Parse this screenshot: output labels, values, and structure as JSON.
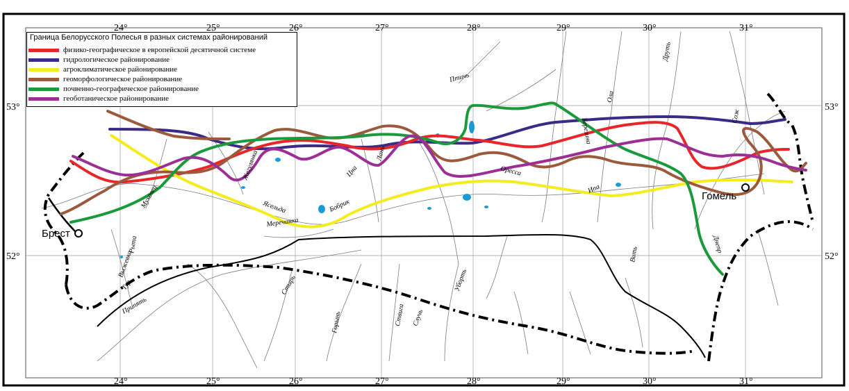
{
  "legend": {
    "title": "Граница Белорусского Полесья в разных системах районирований",
    "items": [
      {
        "label": "физико-географическое в европейской десятичной системе",
        "color": "#e8262a"
      },
      {
        "label": "гидрологическое районирование",
        "color": "#3b2a86"
      },
      {
        "label": "агроклиматическое районирование",
        "color": "#f4ec1c"
      },
      {
        "label": "геоморфологическое районирование",
        "color": "#9c5a3c"
      },
      {
        "label": "почвенно-географическое районирование",
        "color": "#1a9a3a"
      },
      {
        "label": "геоботаническое районирование",
        "color": "#9b2f95"
      }
    ]
  },
  "grid": {
    "longitudes_top": [
      "24°",
      "25°",
      "26°",
      "27°",
      "28°",
      "29°",
      "30°",
      "31°"
    ],
    "longitudes_bottom": [
      "24°",
      "25°",
      "26°",
      "27°",
      "28°",
      "29°",
      "30°",
      "31°"
    ],
    "latitudes_left": [
      "53°",
      "52°"
    ],
    "latitudes_right": [
      "53°",
      "52°"
    ]
  },
  "cities": {
    "brest": "Брест",
    "gomel": "Гомель"
  },
  "rivers": {
    "yaselda": "Ясельда",
    "bobrik": "Бобрик",
    "tsna": "Цна",
    "merechanka": "Меречанка",
    "pripyat": "Припять",
    "styr": "Стырь",
    "goryn": "Горынь",
    "sluch": "Случь",
    "stviga": "Ствига",
    "ubort": "Уборть",
    "dnepr": "Днепр",
    "ptich": "Птичь",
    "berezina": "Березина",
    "ola": "Ола",
    "drut": "Друть",
    "sozh": "Сож",
    "ipa": "Ипа",
    "vit": "Вить",
    "orech": "Оресса",
    "lan": "Лань",
    "mukhavets": "Мухавец",
    "rita": "Рыта",
    "zhegulyanka": "Жегулянка",
    "vyzhevka": "Выжевка",
    "tur": "Тур"
  }
}
